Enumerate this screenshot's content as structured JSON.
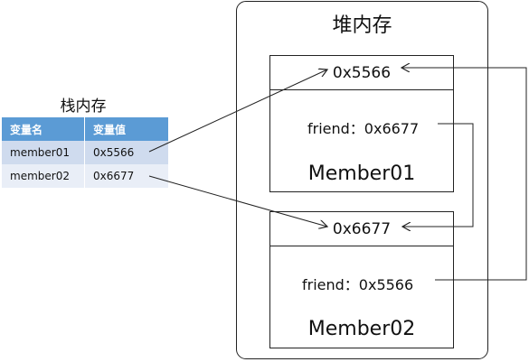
{
  "stack": {
    "title": "栈内存",
    "headers": [
      "变量名",
      "变量值"
    ],
    "rows": [
      {
        "name": "member01",
        "value": "0x5566"
      },
      {
        "name": "member02",
        "value": "0x6677"
      }
    ]
  },
  "heap": {
    "title": "堆内存",
    "objects": [
      {
        "address": "0x5566",
        "friend": "friend：0x6677",
        "name": "Member01"
      },
      {
        "address": "0x6677",
        "friend": "friend：0x5566",
        "name": "Member02"
      }
    ]
  }
}
